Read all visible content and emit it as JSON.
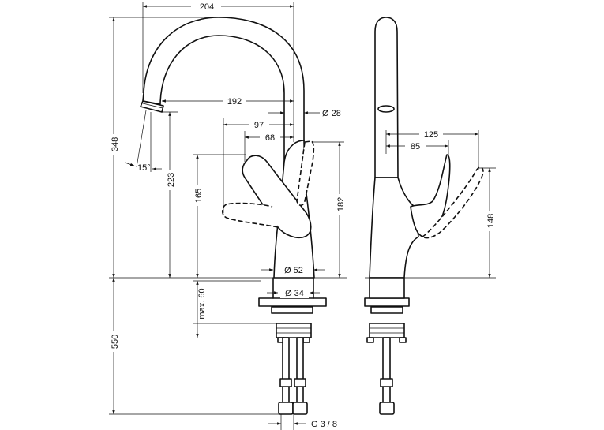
{
  "dimensions": {
    "d204": "204",
    "d192": "192",
    "d28": "Ø 28",
    "d97": "97",
    "d68": "68",
    "d348": "348",
    "d15": "15°",
    "d223": "223",
    "d165": "165",
    "d182": "182",
    "d52": "Ø 52",
    "d34": "Ø 34",
    "max60": "max. 60",
    "d550": "550",
    "g38": "G 3 / 8",
    "d125": "125",
    "d85": "85",
    "d148": "148"
  }
}
